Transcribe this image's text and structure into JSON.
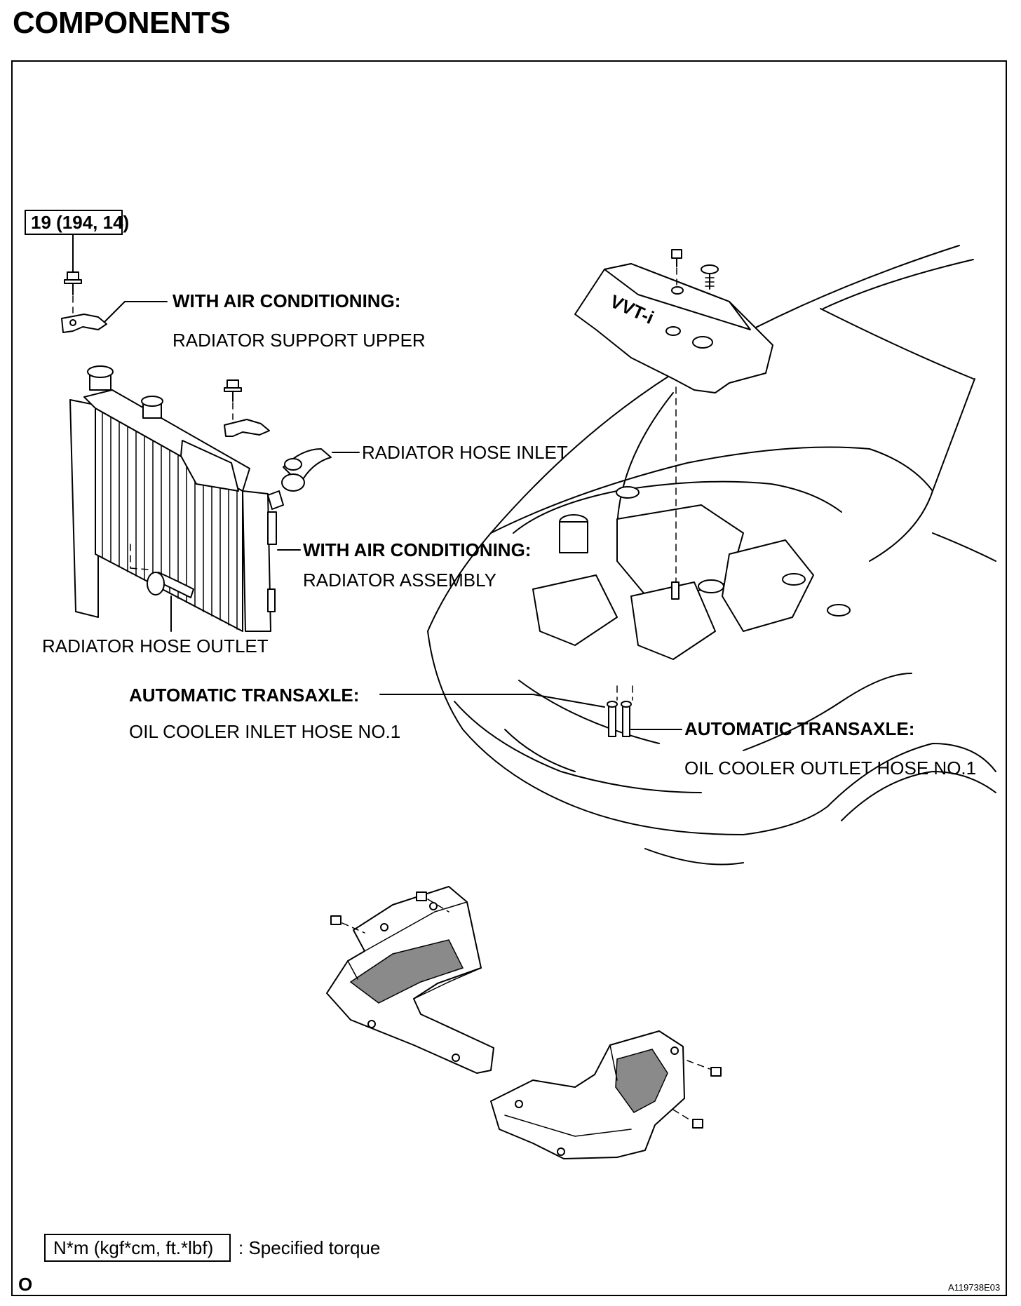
{
  "page": {
    "title": "COMPONENTS"
  },
  "torque_box": {
    "value": "19 (194, 14)"
  },
  "labels": {
    "ac_support_title": "WITH AIR CONDITIONING:",
    "ac_support_name": "RADIATOR SUPPORT UPPER",
    "hose_inlet": "RADIATOR HOSE INLET",
    "ac_radiator_title": "WITH AIR CONDITIONING:",
    "ac_radiator_name": "RADIATOR ASSEMBLY",
    "hose_outlet": "RADIATOR HOSE OUTLET",
    "at_inlet_title": "AUTOMATIC TRANSAXLE:",
    "at_inlet_name": "OIL COOLER INLET HOSE NO.1",
    "at_outlet_title": "AUTOMATIC TRANSAXLE:",
    "at_outlet_name": "OIL COOLER OUTLET HOSE NO.1"
  },
  "cover_text": "VVT-i",
  "legend": {
    "unit_box": "N*m (kgf*cm, ft.*lbf)",
    "description": ": Specified torque"
  },
  "footer": {
    "page_mark": "O",
    "ref_code": "A119738E03"
  }
}
